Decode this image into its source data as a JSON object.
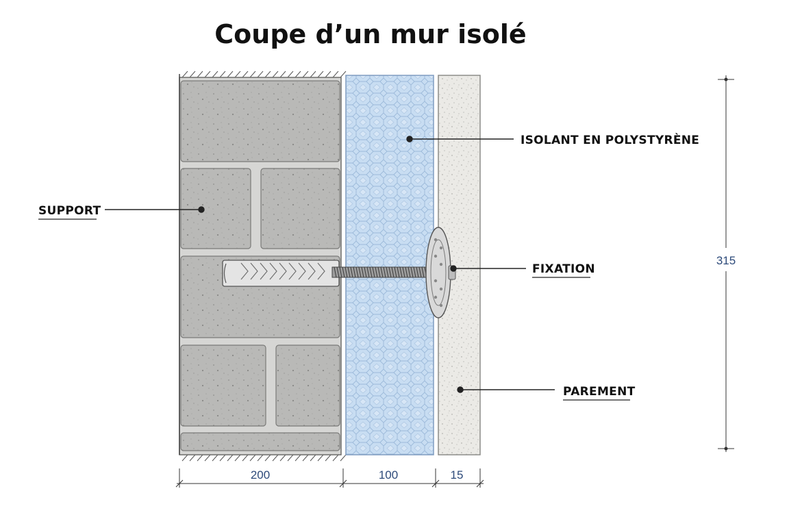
{
  "title": "Coupe d’un mur isolé",
  "labels": {
    "support": "SUPPORT",
    "isolant": "ISOLANT EN POLYSTYRÈNE",
    "fixation": "FIXATION",
    "parement": "PAREMENT"
  },
  "dimensions": {
    "support": "200",
    "isolant": "100",
    "parement": "15",
    "height": "315"
  },
  "colors": {
    "masonry": "#b9b9b7",
    "mortar": "#d6d6d4",
    "insulation": "#c6dcf2",
    "facing": "#ecebe7",
    "dimension_text": "#2d4a7a"
  }
}
